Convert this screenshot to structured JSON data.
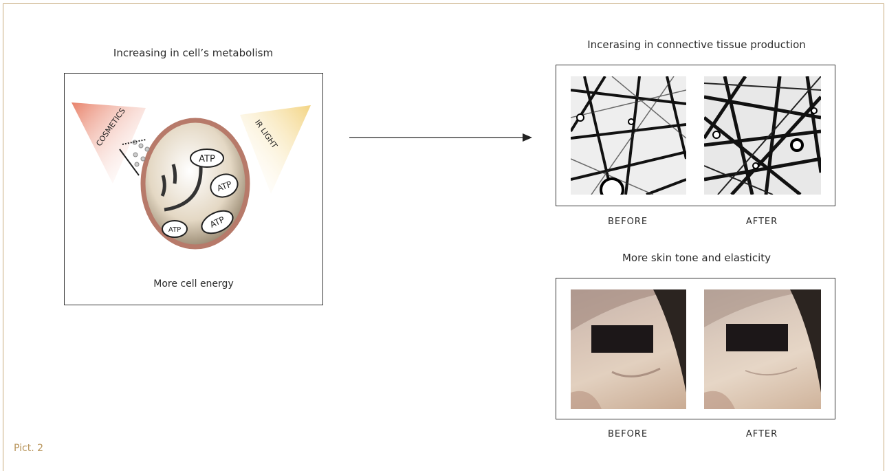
{
  "left_panel": {
    "title": "Increasing in cell’s metabolism",
    "footer": "More cell energy",
    "cosmetics_label": "COSMETICS",
    "ir_label": "IR LIGHT",
    "atp_labels": [
      "ATP",
      "ATP",
      "ATP",
      "ATP"
    ]
  },
  "right_top": {
    "title": "Incerasing in connective tissue production",
    "before_label": "BEFORE",
    "after_label": "AFTER"
  },
  "right_bottom": {
    "title": "More skin tone and elasticity",
    "before_label": "BEFORE",
    "after_label": "AFTER"
  },
  "figure_label": "Pict. 2",
  "colors": {
    "frame": "#c6a97a",
    "figure_label": "#b8945a",
    "cosmetics_cone": "#e8826a",
    "ir_cone": "#f3d483",
    "cell_border": "#b77a6a"
  },
  "icons": [
    "arrow-right-icon",
    "cell-icon",
    "cosmetics-cone-icon",
    "ir-light-cone-icon"
  ]
}
